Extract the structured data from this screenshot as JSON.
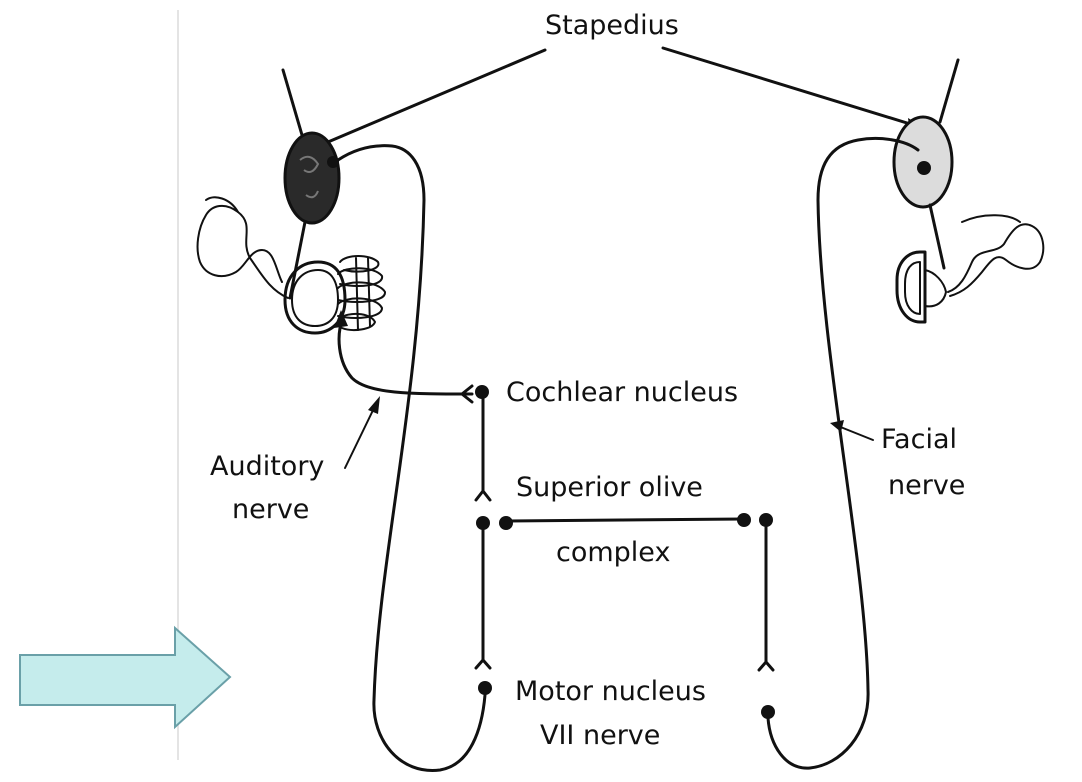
{
  "labels": {
    "stapedius": "Stapedius",
    "cochlear_nucleus": "Cochlear nucleus",
    "superior_olive_line1": "Superior olive",
    "superior_olive_line2": "complex",
    "motor_nucleus_line1": "Motor nucleus",
    "motor_nucleus_line2": "VII nerve",
    "auditory_nerve_line1": "Auditory",
    "auditory_nerve_line2": "nerve",
    "facial_nerve_line1": "Facial",
    "facial_nerve_line2": "nerve"
  },
  "colors": {
    "ink": "#111111",
    "pointer_arrow_fill": "#c5ecec",
    "pointer_arrow_stroke": "#6aa0a8",
    "left_muscle_fill": "#2a2a2a",
    "right_muscle_fill": "#dcdcdc"
  }
}
